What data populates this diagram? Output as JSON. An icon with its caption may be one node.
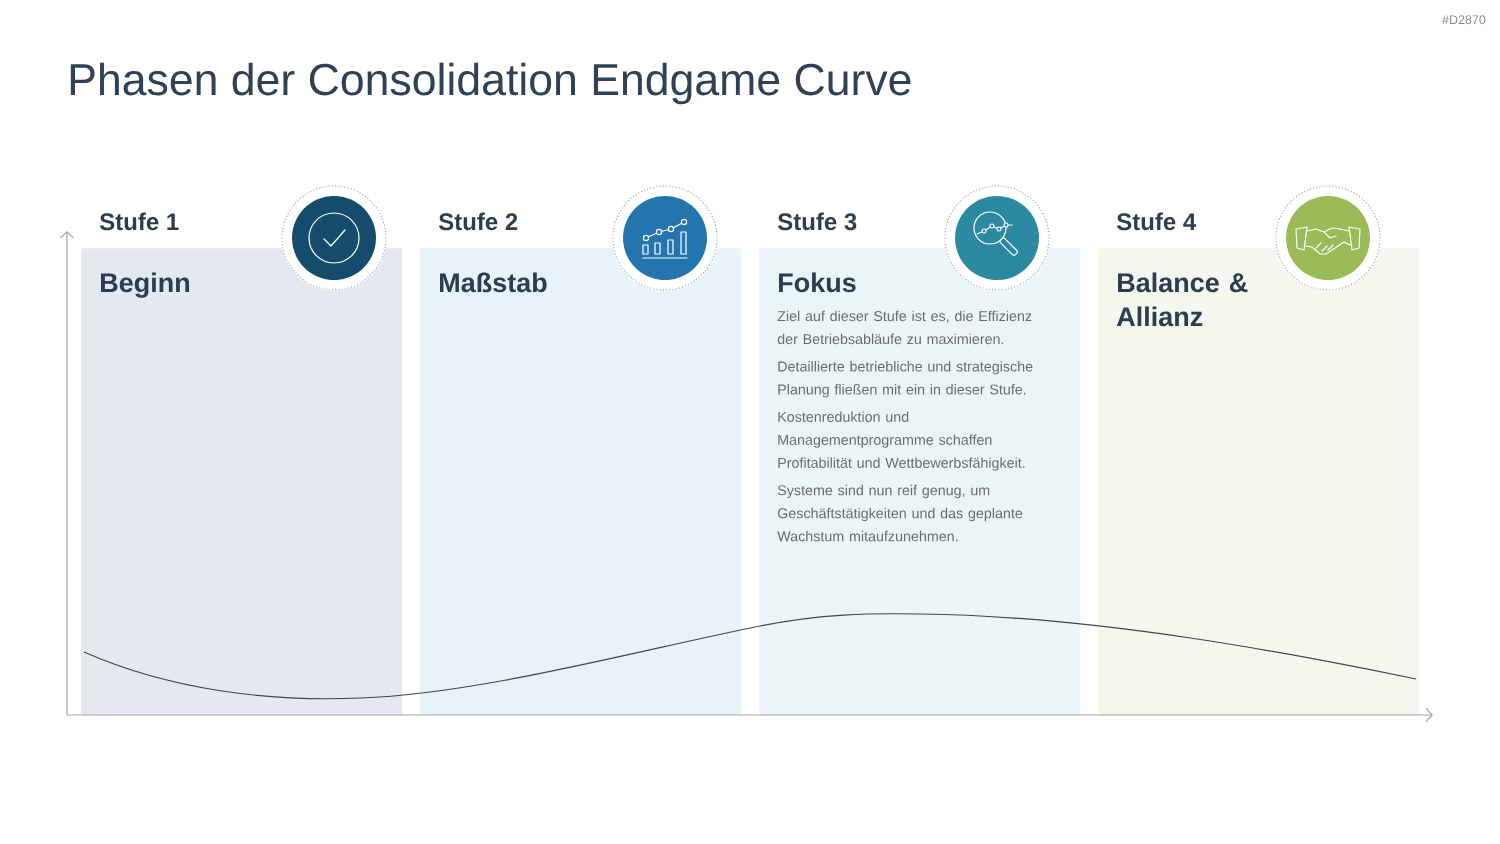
{
  "diagram": {
    "title": "Phasen der Consolidation Endgame Curve",
    "nodes": [
      {
        "text": [
          "Stufe 1",
          "Beginn"
        ]
      },
      {
        "text": [
          "Stufe 2",
          "Maßstab"
        ]
      },
      {
        "text": [
          "Stufe 3",
          "Fokus",
          "Ziel auf dieser Stufe ist es, die Effizienz der Betriebsabläufe zu maximieren.",
          "Detaillierte betriebliche und strategische Planung fließen mit ein in dieser Stufe.",
          "Kostenreduktion und Managementprogramme schaffen Profitabilität und Wettbewerbsfähigkeit.",
          "Systeme sind nun reif genug, um Geschäftstätigkeiten und das geplante Wachstum mitaufzunehmen."
        ]
      },
      {
        "text": [
          "Stufe 4",
          "Balance & Allianz"
        ]
      }
    ],
    "labels": [
      "#D2870"
    ]
  }
}
